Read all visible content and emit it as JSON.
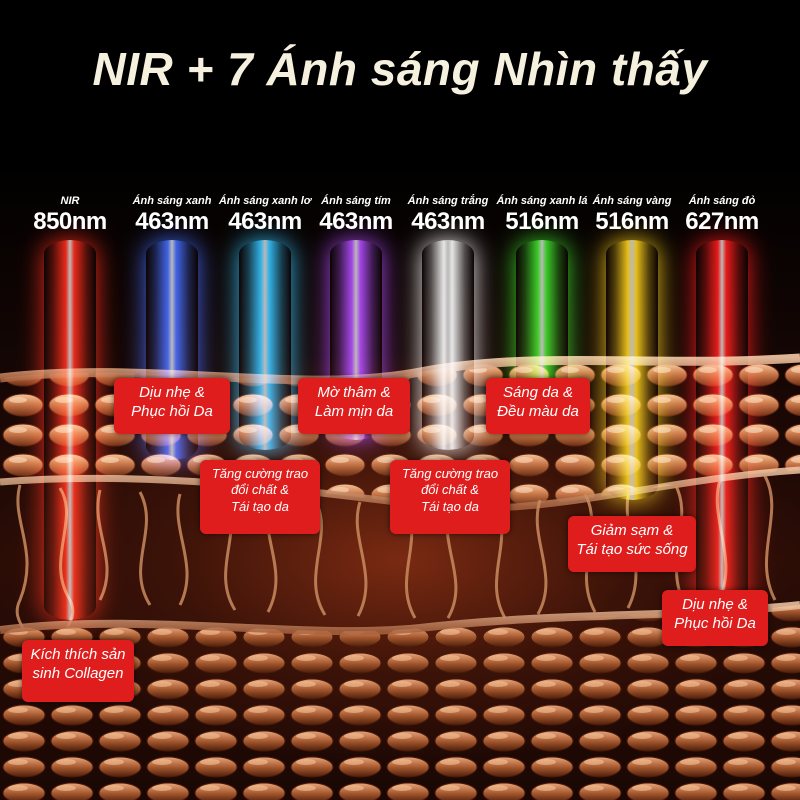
{
  "title": "NIR + 7 Ánh sáng Nhìn thấy",
  "lights": [
    {
      "name": "NIR",
      "wavelength": "850nm",
      "color": "#ff2a1a"
    },
    {
      "name": "Ánh sáng xanh",
      "wavelength": "463nm",
      "color": "#3f6dff"
    },
    {
      "name": "Ánh sáng xanh lơ",
      "wavelength": "463nm",
      "color": "#2ec4ff"
    },
    {
      "name": "Ánh sáng tím",
      "wavelength": "463nm",
      "color": "#b04cff"
    },
    {
      "name": "Ánh sáng trắng",
      "wavelength": "463nm",
      "color": "#ffffff"
    },
    {
      "name": "Ánh sáng xanh lá",
      "wavelength": "516nm",
      "color": "#38e02a"
    },
    {
      "name": "Ánh sáng vàng",
      "wavelength": "516nm",
      "color": "#ffd21a"
    },
    {
      "name": "Ánh sáng đỏ",
      "wavelength": "627nm",
      "color": "#ff1a1a"
    }
  ],
  "benefits": {
    "blue": {
      "line1": "Dịu nhẹ &",
      "line2": "Phục hồi Da"
    },
    "cyan": {
      "line1": "Tăng cường trao",
      "line2": "đổi chất &",
      "line3": "Tái tạo da"
    },
    "purple": {
      "line1": "Mờ thâm &",
      "line2": "Làm mịn da"
    },
    "white": {
      "line1": "Tăng cường trao",
      "line2": "đổi chất &",
      "line3": "Tái tạo da"
    },
    "green": {
      "line1": "Sáng da &",
      "line2": "Đều màu da"
    },
    "yellow": {
      "line1": "Giảm sạm &",
      "line2": "Tái tạo sức sống"
    },
    "red": {
      "line1": "Dịu nhẹ &",
      "line2": "Phục hồi Da"
    },
    "nir": {
      "line1": "Kích thích sản",
      "line2": "sinh Collagen"
    }
  }
}
